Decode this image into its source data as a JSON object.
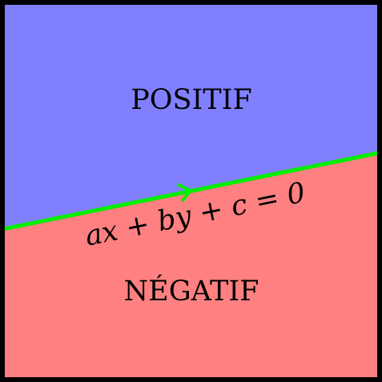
{
  "diagram": {
    "positive_label": "POSITIF",
    "negative_label": "NÉGATIF",
    "line_equation": "ax + by + c = 0",
    "colors": {
      "positive_region": "#8080ff",
      "negative_region": "#ff8080",
      "separating_line": "#00ee00",
      "border": "#000000"
    }
  }
}
